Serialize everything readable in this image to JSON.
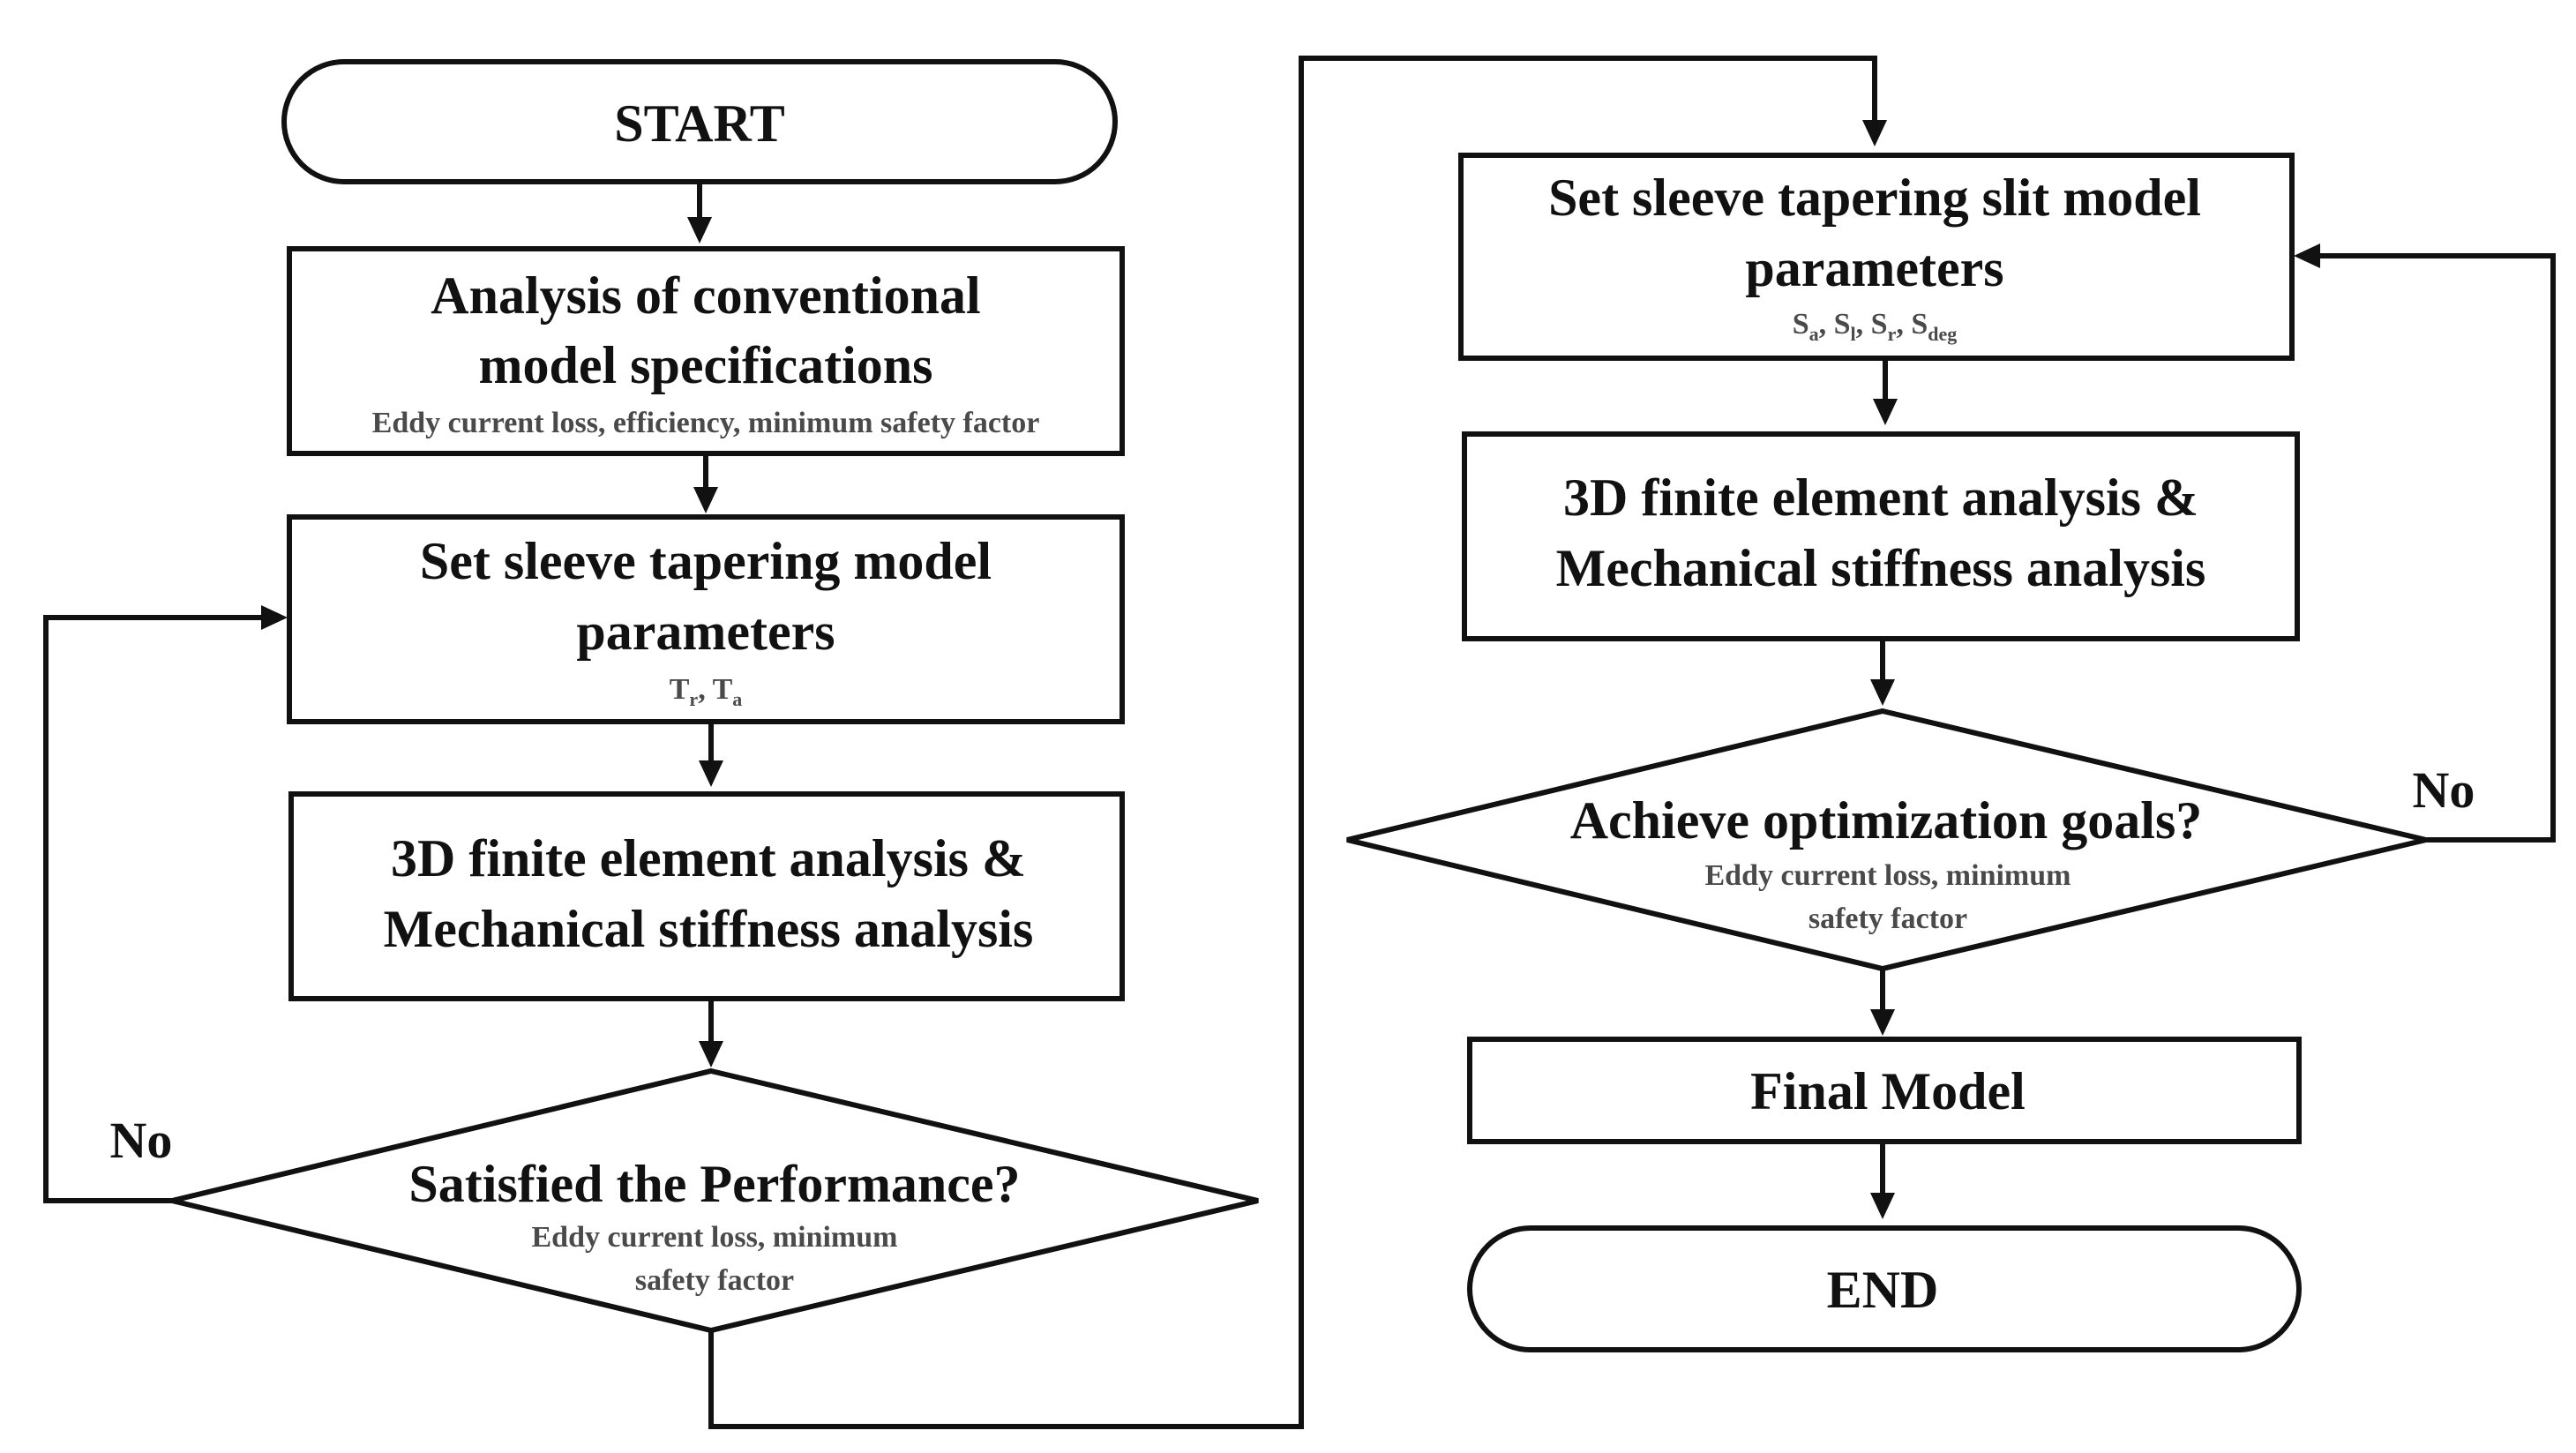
{
  "flowchart": {
    "start": {
      "label": "START"
    },
    "analysis_conventional": {
      "title_line1": "Analysis of conventional",
      "title_line2": "model specifications",
      "detail": "Eddy current loss, efficiency, minimum safety factor"
    },
    "set_tapering": {
      "title_line1": "Set sleeve tapering model",
      "title_line2": "parameters",
      "param1": "T",
      "param1_sub": "r",
      "param_sep": ", ",
      "param2": "T",
      "param2_sub": "a"
    },
    "fea_left": {
      "title_line1": "3D finite element analysis &",
      "title_line2": "Mechanical stiffness analysis"
    },
    "decision_performance": {
      "title": "Satisfied the Performance?",
      "detail_line1": "Eddy current loss, minimum",
      "detail_line2": "safety factor",
      "no_label": "No"
    },
    "set_slit": {
      "title_line1": "Set sleeve tapering slit model",
      "title_line2": "parameters",
      "params": [
        {
          "base": "S",
          "sub": "a"
        },
        {
          "base": "S",
          "sub": "l"
        },
        {
          "base": "S",
          "sub": "r"
        },
        {
          "base": "S",
          "sub": "deg"
        }
      ],
      "param_sep": ", "
    },
    "fea_right": {
      "title_line1": "3D finite element analysis &",
      "title_line2": "Mechanical stiffness analysis"
    },
    "decision_optimization": {
      "title": "Achieve optimization goals?",
      "detail_line1": "Eddy current loss, minimum",
      "detail_line2": "safety factor",
      "no_label": "No"
    },
    "final_model": {
      "label": "Final Model"
    },
    "end": {
      "label": "END"
    }
  }
}
